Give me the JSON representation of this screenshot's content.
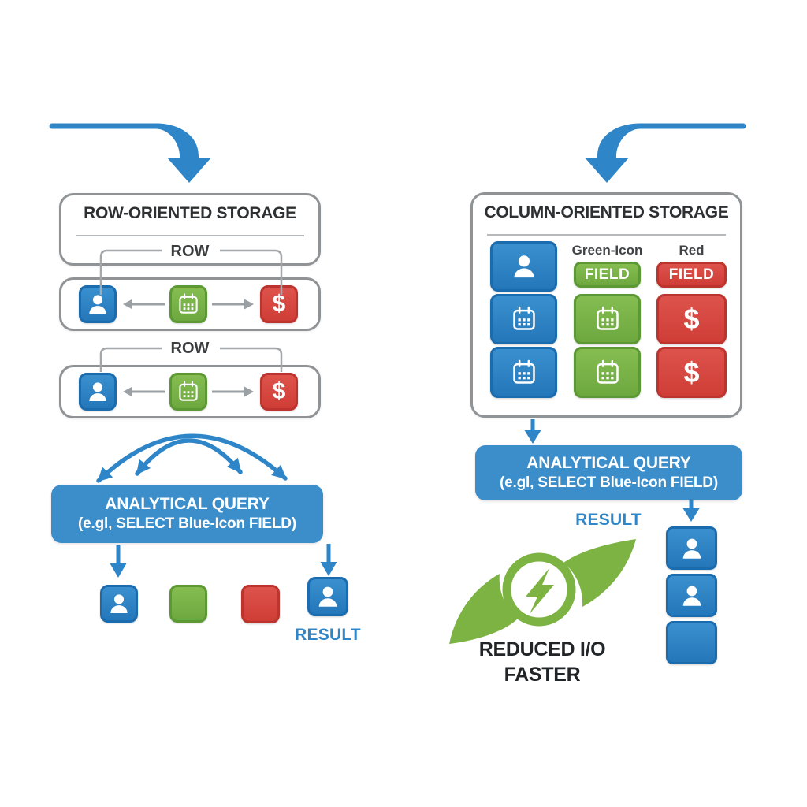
{
  "left": {
    "title": "ROW-ORIENTED STORAGE",
    "row1_label": "ROW",
    "row2_label": "ROW",
    "query_line1": "ANALYTICAL QUERY",
    "query_line2": "(e.gl, SELECT Blue-Icon FIELD)",
    "result_label": "RESULT"
  },
  "right": {
    "title": "COLUMN-ORIENTED STORAGE",
    "green_col_label": "Green-Icon",
    "red_col_label": "Red",
    "green_field": "FIELD",
    "red_field": "FIELD",
    "query_line1": "ANALYTICAL QUERY",
    "query_line2": "(e.gl, SELECT Blue-Icon FIELD)",
    "result_label": "RESULT",
    "benefit_line1": "REDUCED I/O",
    "benefit_line2": "FASTER"
  },
  "glyphs": {
    "dollar": "$"
  },
  "colors": {
    "blue": "#2e82c4",
    "green": "#7cb342",
    "red": "#d64541",
    "arrow_blue": "#2e86c8",
    "panel_border_gray": "#8f9396",
    "text_dark": "#2d3032"
  }
}
